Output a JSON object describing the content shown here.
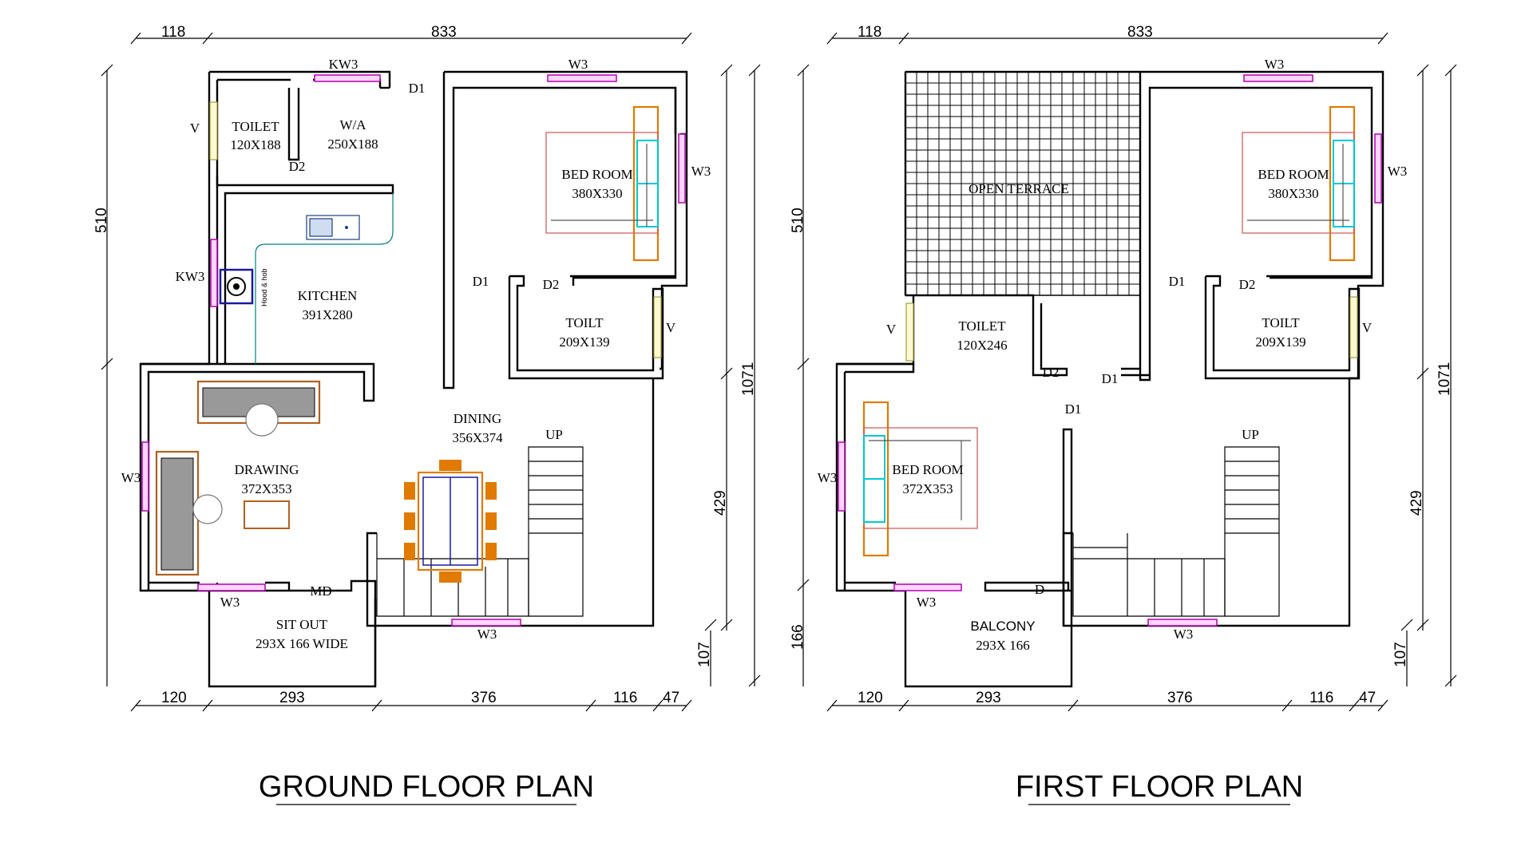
{
  "plans": [
    {
      "title": "GROUND FLOOR PLAN",
      "dims_top": [
        "118",
        "833"
      ],
      "dims_bottom": [
        "120",
        "293",
        "376",
        "116",
        "47"
      ],
      "dims_left": [
        "510"
      ],
      "dims_right": [
        "1071",
        "429",
        "107"
      ],
      "rooms": [
        {
          "name": "TOILET",
          "size": "120X188"
        },
        {
          "name": "W/A",
          "size": "250X188"
        },
        {
          "name": "BED ROOM",
          "size": "380X330"
        },
        {
          "name": "KITCHEN",
          "size": "391X280"
        },
        {
          "name": "TOILT",
          "size": "209X139"
        },
        {
          "name": "DINING",
          "size": "356X374"
        },
        {
          "name": "DRAWING",
          "size": "372X353"
        },
        {
          "name": "SIT OUT",
          "size": "293X 166 WIDE"
        }
      ],
      "tags": {
        "kw3_top": "KW3",
        "w3_top": "W3",
        "d1_top": "D1",
        "v_left": "V",
        "d2_wa": "D2",
        "w3_right": "W3",
        "kw3_left": "KW3",
        "hood": "Hood & hob",
        "d1_mid": "D1",
        "d2_mid": "D2",
        "v_right": "V",
        "up": "UP",
        "w3_left": "W3",
        "md": "MD",
        "w3_bottom_l": "W3",
        "w3_bottom_r": "W3"
      }
    },
    {
      "title": "FIRST FLOOR PLAN",
      "dims_top": [
        "118",
        "833"
      ],
      "dims_bottom": [
        "120",
        "293",
        "376",
        "116",
        "47"
      ],
      "dims_left": [
        "510",
        "166"
      ],
      "dims_right": [
        "1071",
        "429",
        "107"
      ],
      "rooms": [
        {
          "name": "OPEN TERRACE",
          "size": ""
        },
        {
          "name": "BED ROOM",
          "size": "380X330"
        },
        {
          "name": "TOILET",
          "size": "120X246"
        },
        {
          "name": "TOILT",
          "size": "209X139"
        },
        {
          "name": "BED ROOM",
          "size": "372X353"
        },
        {
          "name": "BALCONY",
          "size": "293X 166"
        }
      ],
      "tags": {
        "w3_top": "W3",
        "w3_right": "W3",
        "v_left": "V",
        "d2_toilet": "D2",
        "d1_terr": "D1",
        "d1_mid": "D1",
        "d1_right": "D1",
        "d2_right": "D2",
        "v_right": "V",
        "up": "UP",
        "w3_left": "W3",
        "d_bal": "D",
        "w3_bottom_l": "W3",
        "w3_bottom_r": "W3"
      }
    }
  ]
}
